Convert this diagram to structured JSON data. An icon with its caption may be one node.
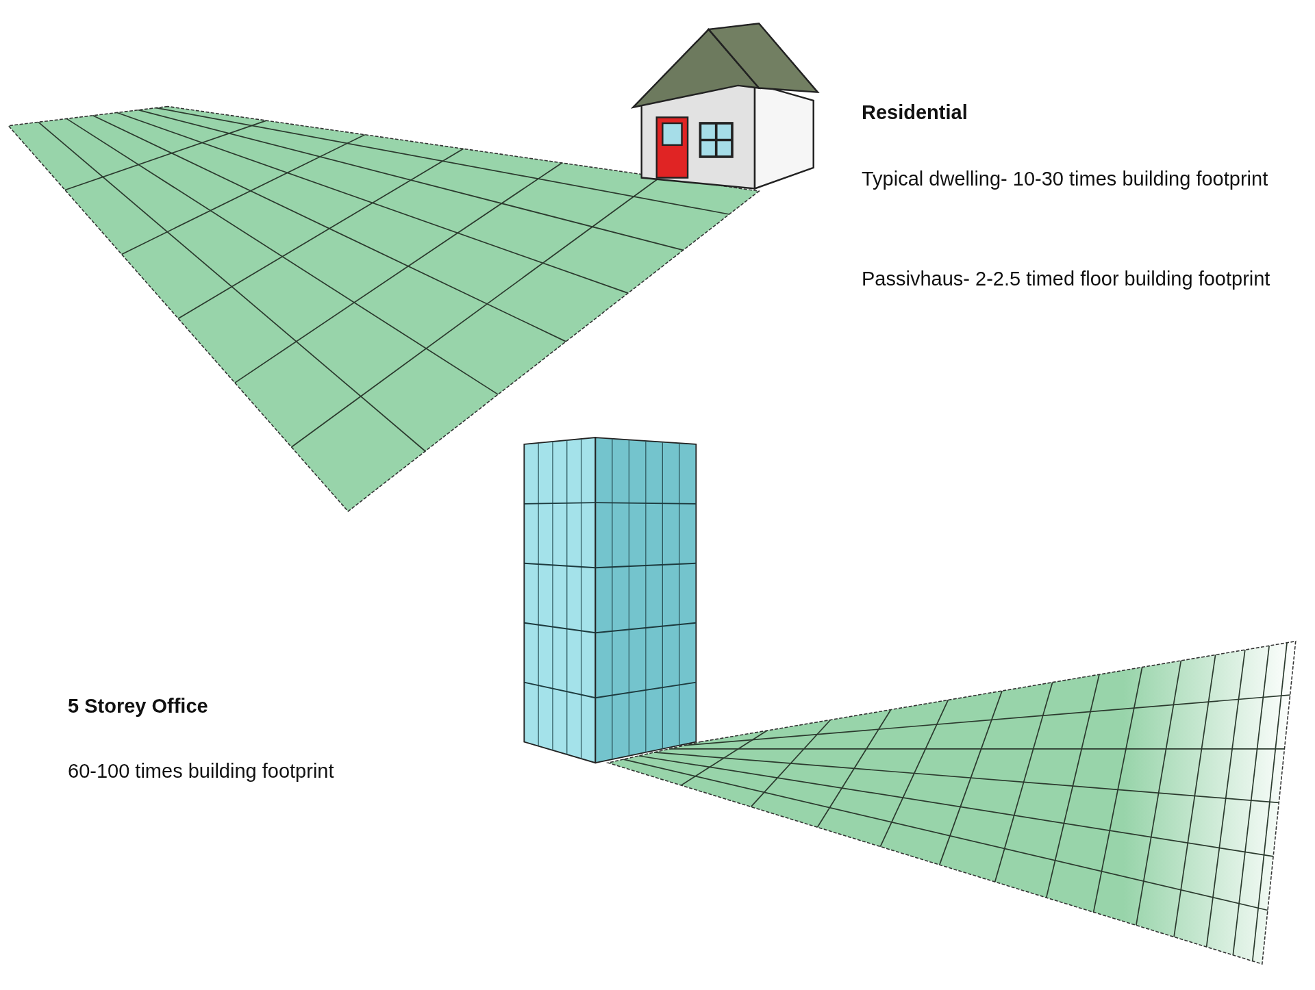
{
  "diagram": {
    "labels": [
      "Residential",
      "Typical dwelling- 10-30 times building footprint",
      "Passivhaus- 2-2.5 timed floor building footprint",
      "5 Storey Office",
      "60-100 times building footprint"
    ]
  }
}
